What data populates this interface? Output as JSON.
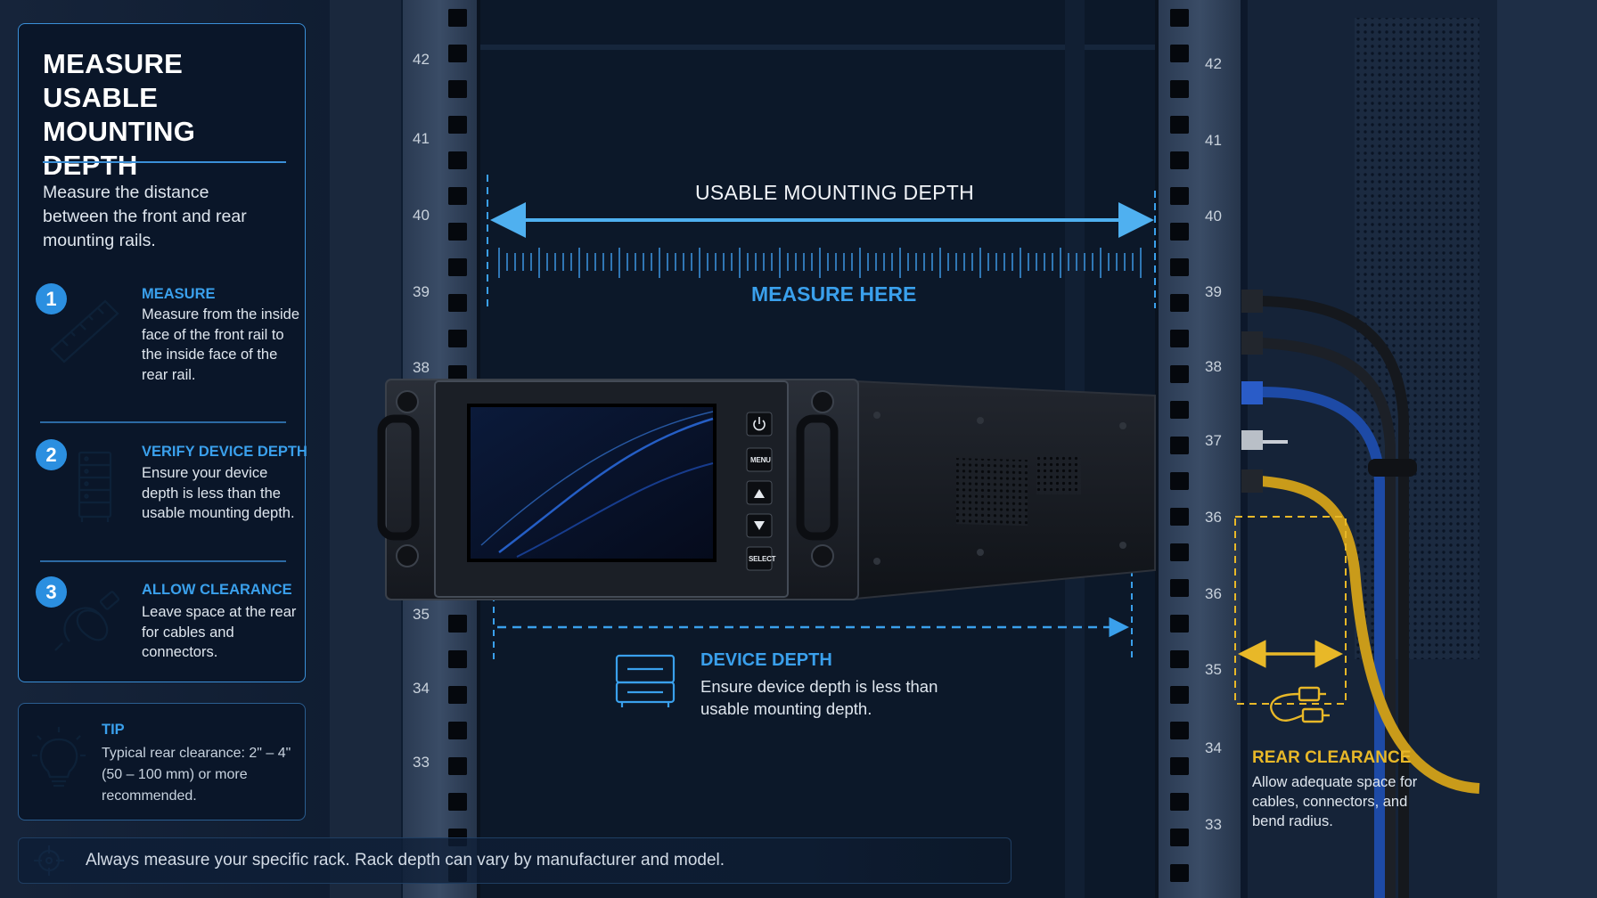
{
  "panel": {
    "title": "MEASURE\nUSABLE MOUNTING\nDEPTH",
    "intro": "Measure the distance between the front and rear mounting rails.",
    "steps": [
      {
        "number": "1",
        "heading": "MEASURE",
        "text": "Measure from the inside face of the front rail to the inside face of the rear rail.",
        "icon": "ruler-icon"
      },
      {
        "number": "2",
        "heading": "VERIFY DEVICE DEPTH",
        "text": "Ensure your device depth is less than the usable mounting depth.",
        "icon": "server-stack-icon"
      },
      {
        "number": "3",
        "heading": "ALLOW CLEARANCE",
        "text": "Leave space at the rear for cables and connectors.",
        "icon": "cable-icon"
      }
    ]
  },
  "tip": {
    "heading": "TIP",
    "text": "Typical rear clearance: 2\" – 4\" (50 – 100 mm) or more recommended.",
    "icon": "lightbulb-icon"
  },
  "footer": {
    "text": "Always measure your specific rack. Rack depth can vary by manufacturer and model.",
    "icon": "crosshair-icon"
  },
  "diagram": {
    "usable_depth_label": "USABLE MOUNTING DEPTH",
    "measure_here_label": "MEASURE HERE",
    "device_depth_heading": "DEVICE DEPTH",
    "device_depth_text": "Ensure device depth is less than usable mounting depth.",
    "rear_clearance_heading": "REAR CLEARANCE",
    "rear_clearance_text": "Allow adequate space for cables, connectors, and bend radius.",
    "front_rail_units": [
      "42",
      "41",
      "40",
      "39",
      "38",
      "35",
      "34",
      "33"
    ],
    "rear_rail_units": [
      "42",
      "41",
      "40",
      "39",
      "38",
      "37",
      "36",
      "36",
      "35",
      "34",
      "33"
    ],
    "device_buttons": [
      "MENU",
      "SELECT"
    ],
    "device_button_icons": [
      "power-icon",
      "arrow-up-icon",
      "arrow-down-icon"
    ]
  },
  "colors": {
    "accent_blue": "#3aa0ec",
    "clearance_yellow": "#e8b828",
    "background": "#0a1322"
  }
}
